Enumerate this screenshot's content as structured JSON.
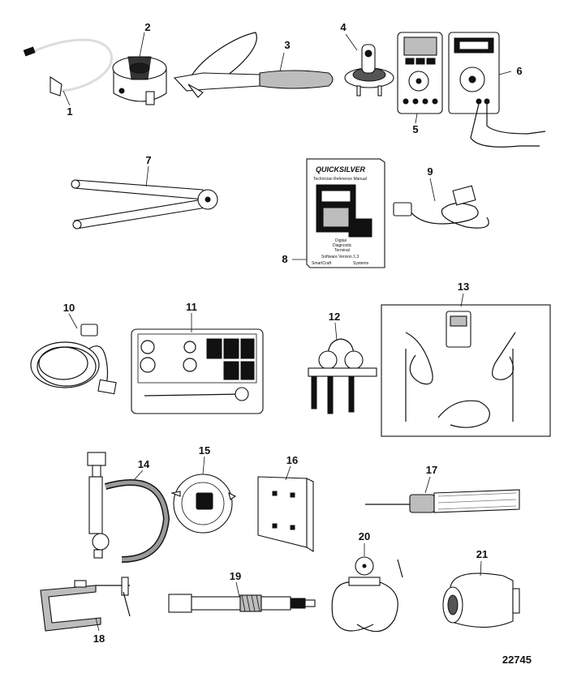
{
  "figure_number": "22745",
  "callouts": [
    {
      "id": "1",
      "label": "1"
    },
    {
      "id": "2",
      "label": "2"
    },
    {
      "id": "3",
      "label": "3"
    },
    {
      "id": "4",
      "label": "4"
    },
    {
      "id": "5",
      "label": "5"
    },
    {
      "id": "6",
      "label": "6"
    },
    {
      "id": "7",
      "label": "7"
    },
    {
      "id": "8",
      "label": "8"
    },
    {
      "id": "9",
      "label": "9"
    },
    {
      "id": "10",
      "label": "10"
    },
    {
      "id": "11",
      "label": "11"
    },
    {
      "id": "12",
      "label": "12"
    },
    {
      "id": "13",
      "label": "13"
    },
    {
      "id": "14",
      "label": "14"
    },
    {
      "id": "15",
      "label": "15"
    },
    {
      "id": "16",
      "label": "16"
    },
    {
      "id": "17",
      "label": "17"
    },
    {
      "id": "18",
      "label": "18"
    },
    {
      "id": "19",
      "label": "19"
    },
    {
      "id": "20",
      "label": "20"
    },
    {
      "id": "21",
      "label": "21"
    }
  ],
  "manual": {
    "brand": "QUICKSILVER",
    "title": "Technician Reference Manual",
    "device_line1": "Digital",
    "device_line2": "Diagnostic",
    "device_line3": "Terminal",
    "software": "Software Version 1.3",
    "footer_left": "SmartCraft",
    "footer_right": "Systems"
  }
}
